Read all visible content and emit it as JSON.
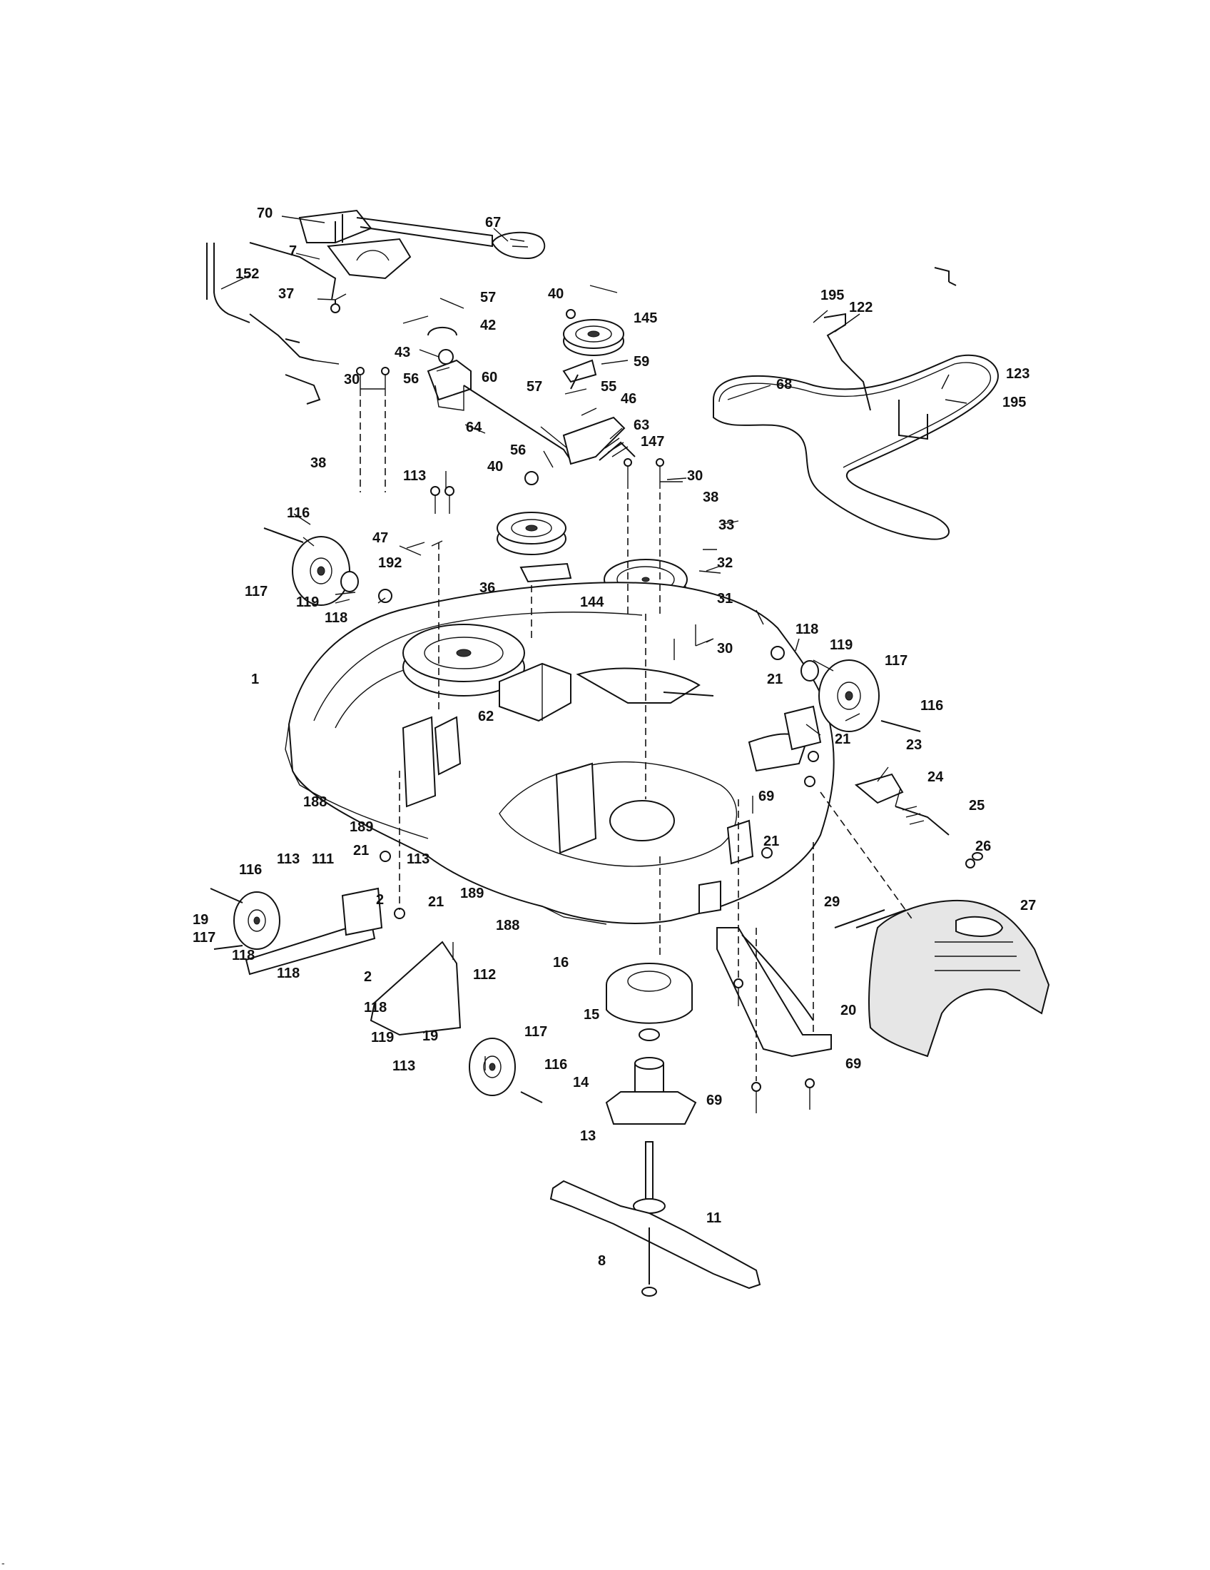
{
  "diagram": {
    "labels": [
      "70",
      "67",
      "7",
      "152",
      "37",
      "57",
      "42",
      "40",
      "145",
      "195",
      "122",
      "43",
      "56",
      "60",
      "59",
      "68",
      "30",
      "55",
      "57",
      "46",
      "123",
      "195",
      "64",
      "63",
      "147",
      "38",
      "40",
      "56",
      "30",
      "113",
      "38",
      "116",
      "33",
      "47",
      "192",
      "32",
      "36",
      "144",
      "117",
      "119",
      "31",
      "118",
      "118",
      "119",
      "117",
      "30",
      "1",
      "21",
      "62",
      "116",
      "21",
      "23",
      "24",
      "25",
      "69",
      "188",
      "189",
      "113",
      "21",
      "189",
      "188",
      "26",
      "116",
      "113",
      "111",
      "21",
      "2",
      "21",
      "29",
      "27",
      "19",
      "117",
      "118",
      "118",
      "2",
      "112",
      "16",
      "20",
      "15",
      "118",
      "119",
      "19",
      "117",
      "113",
      "116",
      "69",
      "14",
      "69",
      "13",
      "11",
      "8"
    ],
    "corner_mark": "-"
  }
}
